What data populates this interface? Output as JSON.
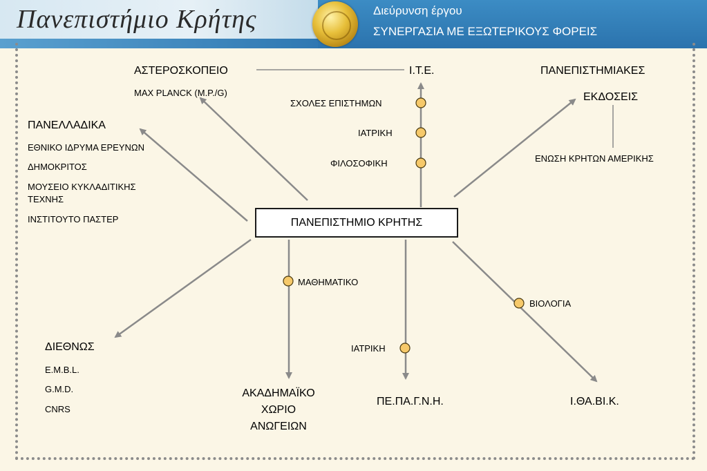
{
  "header": {
    "logo_text": "Πανεπιστήμιο Κρήτης",
    "subtitle": "Διεύρυνση έργου",
    "title": "ΣΥΝΕΡΓΑΣΙΑ ΜΕ ΕΞΩΤΕΡΙΚΟΥΣ ΦΟΡΕΙΣ"
  },
  "center_node": "ΠΑΝΕΠΙΣΤΗΜΙΟ ΚΡΗΤΗΣ",
  "top_left": {
    "title": "ΑΣΤΕΡΟΣΚΟΠΕΙΟ",
    "sub": "MAX PLANCK (M.P./G)"
  },
  "ite": {
    "title": "Ι.Τ.Ε.",
    "schools": [
      "ΣΧΟΛΕΣ ΕΠΙΣΤΗΜΩΝ",
      "ΙΑΤΡΙΚΗ",
      "ΦΙΛΟΣΟΦΙΚΗ"
    ]
  },
  "publications": {
    "title_line1": "ΠΑΝΕΠΙΣΤΗΜΙΑΚΕΣ",
    "title_line2": "ΕΚΔΟΣΕΙΣ",
    "sub": "ΕΝΩΣΗ ΚΡΗΤΩΝ ΑΜΕΡΙΚΗΣ"
  },
  "panhellenic": {
    "title": "ΠΑΝΕΛΛΑΔΙΚΑ",
    "items": [
      "ΕΘΝΙΚΟ ΙΔΡΥΜΑ ΕΡΕΥΝΩΝ",
      "ΔΗΜΟΚΡΙΤΟΣ",
      "ΜΟΥΣΕΙΟ ΚΥΚΛΑΔΙΤΙΚΗΣ",
      "ΤΕΧΝΗΣ",
      "ΙΝΣΤΙΤΟΥΤΟ ΠΑΣΤΕΡ"
    ]
  },
  "international": {
    "title": "ΔΙΕΘΝΩΣ",
    "items": [
      "E.M.B.L.",
      "G.M.D.",
      "CNRS"
    ]
  },
  "bottom": {
    "math": "ΜΑΘΗΜΑΤΙΚΟ",
    "anogia": [
      "ΑΚΑΔΗΜΑΪΚΟ",
      "ΧΩΡΙΟ",
      "ΑΝΩΓΕΙΩΝ"
    ],
    "medicine": "ΙΑΤΡΙΚΗ",
    "pepagni": "ΠΕ.ΠΑ.Γ.Ν.Η.",
    "biology": "ΒΙΟΛΟΓΙΑ",
    "ithavik": "Ι.ΘΑ.ΒΙ.Κ."
  },
  "colors": {
    "arrow": "#8a8a8a",
    "node_fill": "#f6c96a",
    "node_stroke": "#4a3a10",
    "header_blue": "#2b73ad"
  }
}
